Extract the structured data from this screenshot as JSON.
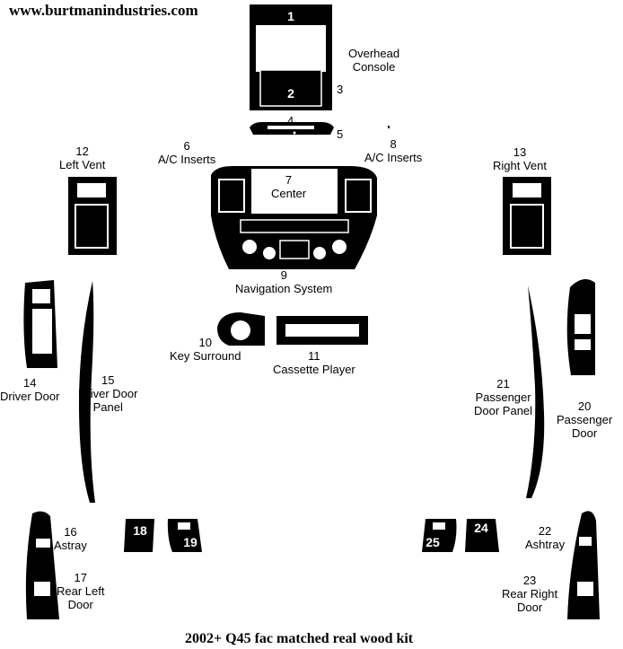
{
  "site_url": "www.burtmanindustries.com",
  "footer_title": "2002+ Q45 fac matched real wood kit",
  "colors": {
    "part_fill": "#000000",
    "detail": "#ffffff",
    "background": "#ffffff"
  },
  "parts": [
    {
      "number": "1",
      "name": "Overhead Console piece 1"
    },
    {
      "number": "2",
      "name": "Overhead Console piece 2"
    },
    {
      "number": "3",
      "name": ""
    },
    {
      "number": "4",
      "name": ""
    },
    {
      "number": "5",
      "name": ""
    },
    {
      "number": "6",
      "name": "A/C Inserts"
    },
    {
      "number": "7",
      "name": "Center"
    },
    {
      "number": "8",
      "name": "A/C Inserts"
    },
    {
      "number": "9",
      "name": "Navigation System"
    },
    {
      "number": "10",
      "name": "Key Surround"
    },
    {
      "number": "11",
      "name": "Cassette Player"
    },
    {
      "number": "12",
      "name": "Left Vent"
    },
    {
      "number": "13",
      "name": "Right Vent"
    },
    {
      "number": "14",
      "name": "Driver Door"
    },
    {
      "number": "15",
      "name": "Driver Door Panel"
    },
    {
      "number": "16",
      "name": "Astray"
    },
    {
      "number": "17",
      "name": "Rear Left Door"
    },
    {
      "number": "18",
      "name": ""
    },
    {
      "number": "19",
      "name": ""
    },
    {
      "number": "20",
      "name": "Passenger Door"
    },
    {
      "number": "21",
      "name": "Passenger Door Panel"
    },
    {
      "number": "22",
      "name": "Ashtray"
    },
    {
      "number": "23",
      "name": "Rear Right Door"
    },
    {
      "number": "24",
      "name": ""
    },
    {
      "number": "25",
      "name": ""
    }
  ],
  "labels": {
    "overhead": [
      "Overhead",
      "Console"
    ],
    "p6": [
      "6",
      "A/C Inserts"
    ],
    "p7": [
      "7",
      "Center"
    ],
    "p8": [
      "8",
      "A/C Inserts"
    ],
    "p9": [
      "9",
      "Navigation System"
    ],
    "p10": [
      "10",
      "Key Surround"
    ],
    "p11": [
      "11",
      "Cassette Player"
    ],
    "p12": [
      "12",
      "Left Vent"
    ],
    "p13": [
      "13",
      "Right Vent"
    ],
    "p14": [
      "14",
      "Driver Door"
    ],
    "p15": [
      "15",
      "Driver Door",
      "Panel"
    ],
    "p16": [
      "16",
      "Astray"
    ],
    "p17": [
      "17",
      "Rear Left",
      "Door"
    ],
    "p20": [
      "20",
      "Passenger",
      "Door"
    ],
    "p21": [
      "21",
      "Passenger",
      "Door Panel"
    ],
    "p22": [
      "22",
      "Ashtray"
    ],
    "p23": [
      "23",
      "Rear Right",
      "Door"
    ],
    "p3": "3",
    "p4": "4",
    "p5": "5"
  }
}
